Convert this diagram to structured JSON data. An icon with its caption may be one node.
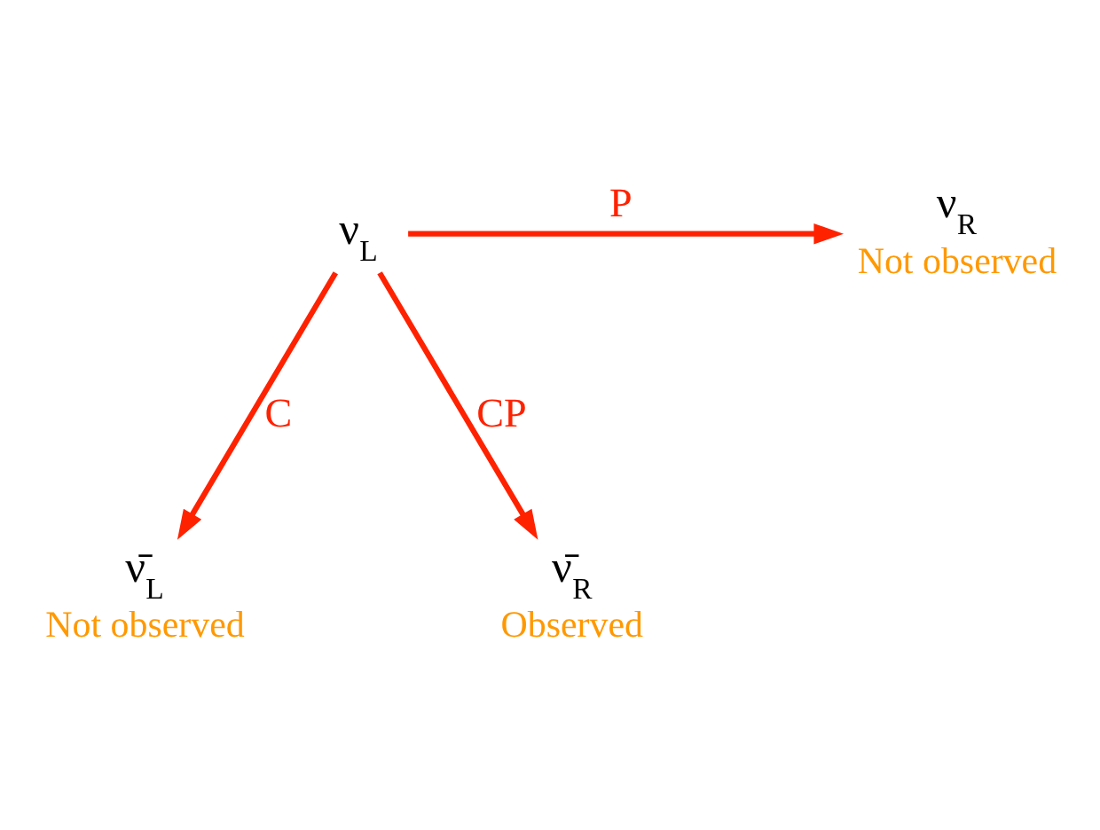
{
  "diagram": {
    "nodes": [
      {
        "text": [
          "ν$_{L}$"
        ]
      },
      {
        "text": [
          "ν$_{R}$"
        ],
        "beside": [
          "Not observed"
        ]
      },
      {
        "text": [
          "ν̄$_{L}$"
        ],
        "beside": [
          "Not observed"
        ]
      },
      {
        "text": [
          "ν̄$_{R}$"
        ],
        "beside": [
          "Observed"
        ]
      }
    ],
    "edges": [
      {
        "from": 0,
        "to": 1,
        "arrow": "to",
        "label": "P"
      },
      {
        "from": 0,
        "to": 2,
        "arrow": "to",
        "label": "C"
      },
      {
        "from": 0,
        "to": 3,
        "arrow": "to",
        "label": "CP"
      }
    ]
  }
}
